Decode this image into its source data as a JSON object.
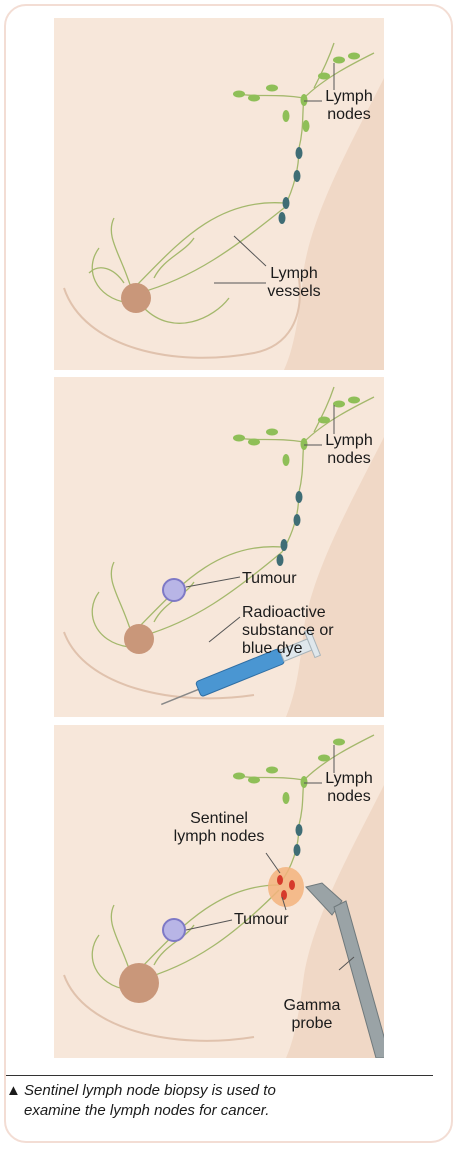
{
  "panel1": {
    "lymph_nodes_label": [
      "Lymph",
      "nodes"
    ],
    "lymph_vessels_label": [
      "Lymph",
      "vessels"
    ]
  },
  "panel2": {
    "lymph_nodes_label": [
      "Lymph",
      "nodes"
    ],
    "tumour_label": "Tumour",
    "injection_label": [
      "Radioactive",
      "substance or",
      "blue dye"
    ]
  },
  "panel3": {
    "lymph_nodes_label": [
      "Lymph",
      "nodes"
    ],
    "sentinel_label": [
      "Sentinel",
      "lymph nodes"
    ],
    "tumour_label": "Tumour",
    "probe_label": [
      "Gamma",
      "probe"
    ]
  },
  "caption": {
    "marker": "▲",
    "line1": "Sentinel lymph node biopsy is used to",
    "line2": "examine the lymph nodes for cancer."
  },
  "colors": {
    "skin": "#f7e7da",
    "skin_shadow": "#f0d8c6",
    "nipple": "#c9977a",
    "vessel": "#a4b86c",
    "node_green": "#8fbf58",
    "node_dark": "#3f6d75",
    "tumour": "#b8b5e6",
    "syringe_blue": "#4a96d2",
    "sentinel": "#e8823c",
    "probe": "#9aa3a6"
  },
  "icons": [
    "syringe-icon",
    "gamma-probe-icon",
    "caption-triangle-icon"
  ]
}
